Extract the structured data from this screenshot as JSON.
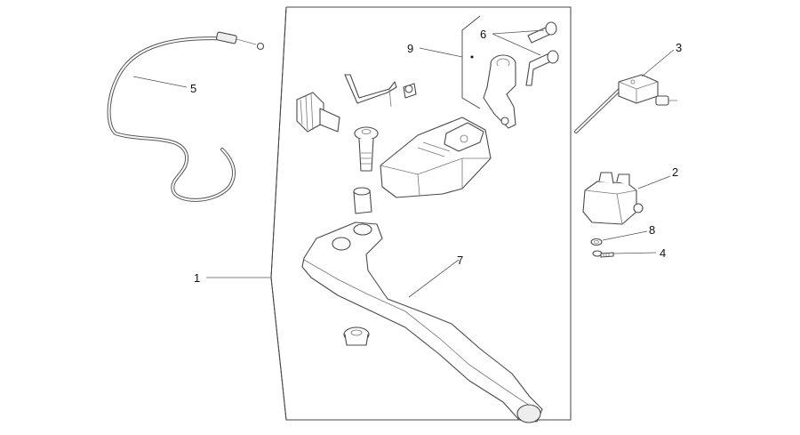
{
  "callouts": {
    "c1": "1",
    "c2": "2",
    "c3": "3",
    "c4": "4",
    "c5": "5",
    "c6": "6",
    "c7": "7",
    "c8": "8",
    "c9": "9"
  },
  "colors": {
    "line": "#4a4a4a",
    "text": "#111111",
    "background": "#ffffff"
  }
}
